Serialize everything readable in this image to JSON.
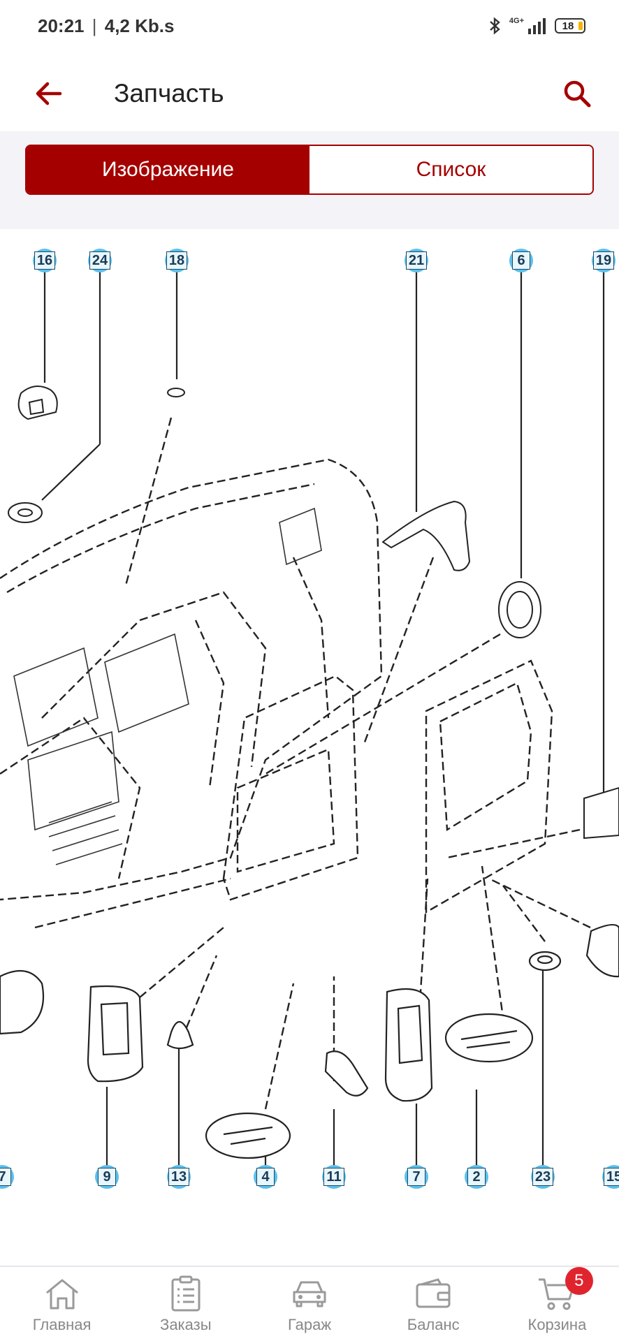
{
  "status_bar": {
    "time": "20:21",
    "separator": "|",
    "speed": "4,2 Kb.s",
    "network": "4G+",
    "battery": "18"
  },
  "header": {
    "title": "Запчасть",
    "back_icon": "arrow-left-icon",
    "search_icon": "search-icon"
  },
  "tabs": [
    {
      "label": "Изображение",
      "active": true
    },
    {
      "label": "Список",
      "active": false
    }
  ],
  "diagram": {
    "callouts_top": [
      "16",
      "24",
      "18",
      "21",
      "6",
      "19"
    ],
    "callouts_bottom": [
      "7",
      "9",
      "13",
      "4",
      "11",
      "7",
      "2",
      "23",
      "15"
    ]
  },
  "bottom_nav": {
    "items": [
      {
        "label": "Главная",
        "icon": "home-icon"
      },
      {
        "label": "Заказы",
        "icon": "orders-icon"
      },
      {
        "label": "Гараж",
        "icon": "car-icon"
      },
      {
        "label": "Баланс",
        "icon": "wallet-icon"
      },
      {
        "label": "Корзина",
        "icon": "cart-icon",
        "badge": "5"
      }
    ]
  },
  "colors": {
    "accent": "#a50000",
    "badge": "#e0242e",
    "callout": "#5bc0eb"
  }
}
